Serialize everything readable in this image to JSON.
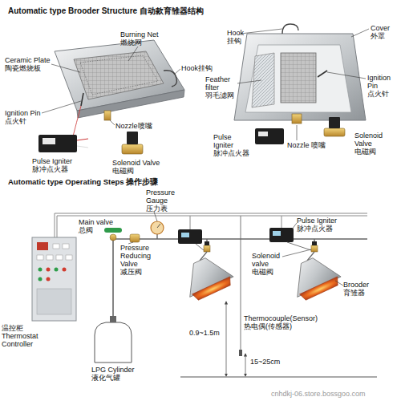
{
  "diagram": {
    "labels": [
      "Automatic type Brooder Structure 自动款育雏器结构",
      "Ceramic Plate 陶瓷燃烧板",
      "Burning Net 燃烧网",
      "Hook挂钩",
      "Ignition Pin 点火针",
      "Nozzle喷嘴",
      "Pulse Igniter 脉冲点火器",
      "Solenoid Valve 电磁阀",
      "Hook 挂钩",
      "Cover 外罩",
      "Feather filter 羽毛滤网",
      "Ignition Pin 点火针",
      "Pulse Igniter 脉冲点火器",
      "Nozzle 喷嘴",
      "Solenoid Valve 电磁阀",
      "Automatic type Operating Steps 操作步骤",
      "Pressure Gauge 压力表",
      "Main valve 总阀",
      "Pressure Reducing Valve 减压阀",
      "Pulse Igniter 脉冲点火器",
      "Solenoid valve 电磁阀",
      "温控柜 Thermostat Controller",
      "Brooder 育雏器",
      "LPG Cylinder 液化气罐",
      "Thermocouple(Sensor) 热电偶(传感器)",
      "0.9~1.5m",
      "15~25cm",
      "cnhdkj-06.store.bossgoo.com"
    ]
  }
}
